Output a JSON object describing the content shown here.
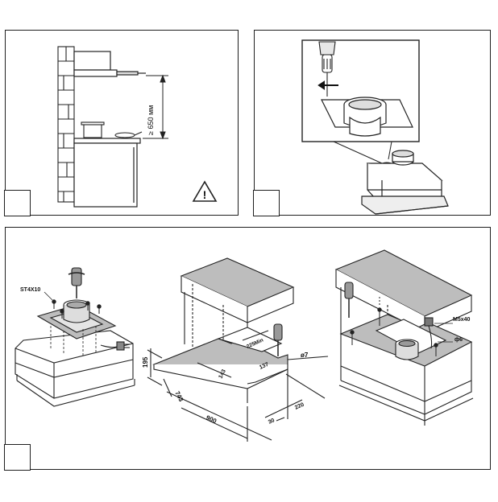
{
  "panel1": {
    "height_label": "≥ 650 мм",
    "warning_symbol": "!"
  },
  "panel3": {
    "screw_label": "ST4X10",
    "dim_195": "195",
    "dim_743": "743",
    "dim_900": "900",
    "dim_225min": "225Min",
    "dim_143": "143",
    "dim_137": "137",
    "dim_o7": "ø7",
    "dim_30": "30",
    "dim_220": "220",
    "bolt_label": "M5x40",
    "washer_label": "ф6"
  }
}
